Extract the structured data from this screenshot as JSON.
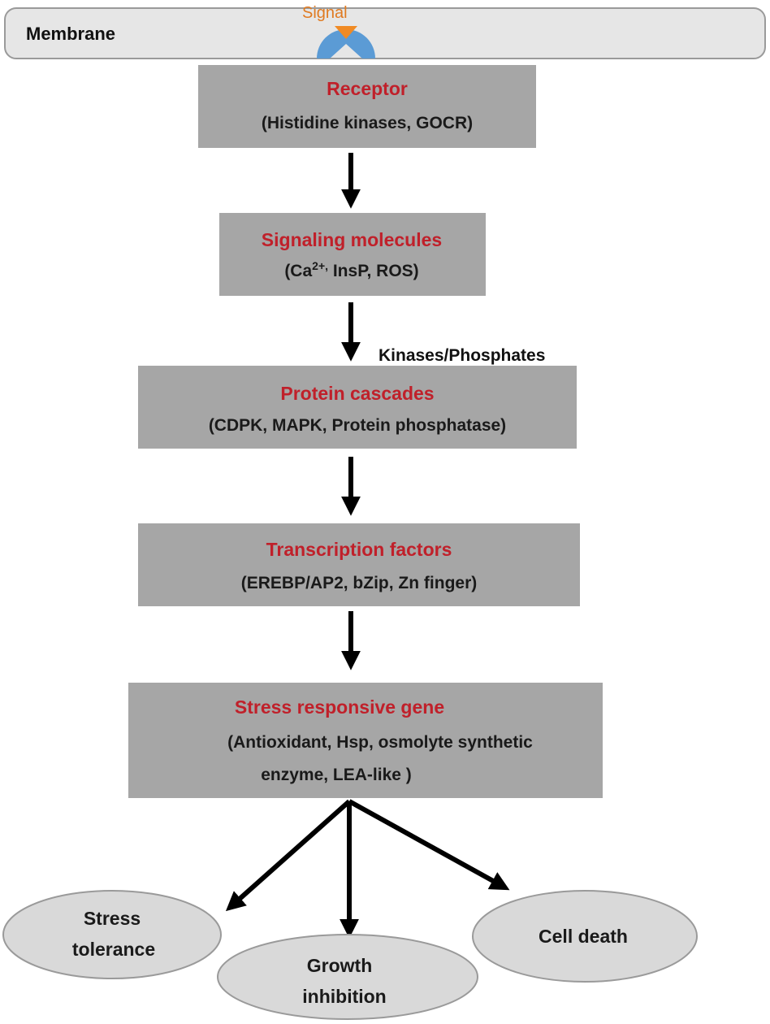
{
  "membrane": {
    "label": "Membrane",
    "signal_label": "Signal"
  },
  "colors": {
    "membrane_fill": "#e6e6e6",
    "box_fill": "#a6a6a6",
    "oval_fill": "#d9d9d9",
    "title_color": "#c0202a",
    "signal_color": "#f08a24",
    "receptor_color": "#5b9bd5",
    "arrow_color": "#000000"
  },
  "boxes": [
    {
      "id": "receptor",
      "title": "Receptor",
      "detail_lines": [
        "(Histidine kinases,  GOCR)"
      ]
    },
    {
      "id": "signaling",
      "title": "Signaling  molecules",
      "detail_prefix": "(Ca",
      "detail_sup": "2+,",
      "detail_suffix": " InsP,  ROS)"
    },
    {
      "id": "protein",
      "title": "Protein cascades",
      "detail_lines": [
        "(CDPK, MAPK, Protein phosphatase)"
      ]
    },
    {
      "id": "transcription",
      "title": "Transcription  factors",
      "detail_lines": [
        "(EREBP/AP2,  bZip,  Zn finger)"
      ]
    },
    {
      "id": "stress",
      "title": "Stress responsive gene",
      "detail_lines": [
        "(Antioxidant, Hsp, osmolyte synthetic",
        "enzyme, LEA-like )"
      ]
    }
  ],
  "arrow_labels": {
    "kinases": "Kinases/Phosphates"
  },
  "outcomes": [
    {
      "id": "tolerance",
      "lines": [
        "Stress",
        "tolerance"
      ]
    },
    {
      "id": "growth",
      "lines": [
        "Growth",
        "inhibition"
      ]
    },
    {
      "id": "death",
      "lines": [
        "Cell death"
      ]
    }
  ]
}
